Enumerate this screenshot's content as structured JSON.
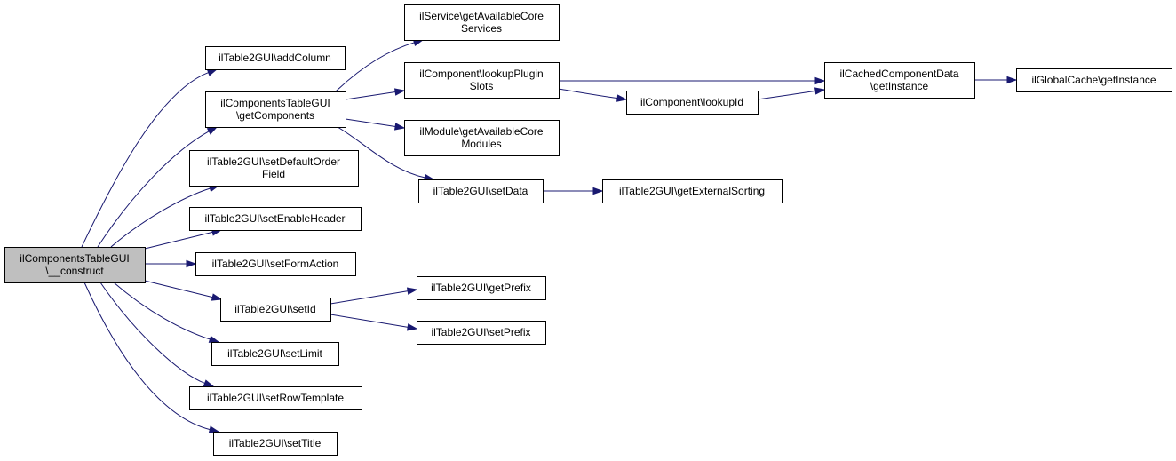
{
  "diagram": {
    "type": "call-graph",
    "nodes": [
      {
        "id": "construct",
        "lines": [
          "ilComponentsTableGUI",
          "\\__construct"
        ],
        "root": true
      },
      {
        "id": "addColumn",
        "lines": [
          "ilTable2GUI\\addColumn"
        ]
      },
      {
        "id": "getComponents",
        "lines": [
          "ilComponentsTableGUI",
          "\\getComponents"
        ]
      },
      {
        "id": "setDefaultOrderField",
        "lines": [
          "ilTable2GUI\\setDefaultOrder",
          "Field"
        ]
      },
      {
        "id": "setEnableHeader",
        "lines": [
          "ilTable2GUI\\setEnableHeader"
        ]
      },
      {
        "id": "setFormAction",
        "lines": [
          "ilTable2GUI\\setFormAction"
        ]
      },
      {
        "id": "setId",
        "lines": [
          "ilTable2GUI\\setId"
        ]
      },
      {
        "id": "setLimit",
        "lines": [
          "ilTable2GUI\\setLimit"
        ]
      },
      {
        "id": "setRowTemplate",
        "lines": [
          "ilTable2GUI\\setRowTemplate"
        ]
      },
      {
        "id": "setTitle",
        "lines": [
          "ilTable2GUI\\setTitle"
        ]
      },
      {
        "id": "getAvailableCoreServices",
        "lines": [
          "ilService\\getAvailableCore",
          "Services"
        ]
      },
      {
        "id": "lookupPluginSlots",
        "lines": [
          "ilComponent\\lookupPlugin",
          "Slots"
        ]
      },
      {
        "id": "getAvailableCoreModules",
        "lines": [
          "ilModule\\getAvailableCore",
          "Modules"
        ]
      },
      {
        "id": "setData",
        "lines": [
          "ilTable2GUI\\setData"
        ]
      },
      {
        "id": "lookupId",
        "lines": [
          "ilComponent\\lookupId"
        ]
      },
      {
        "id": "getExternalSorting",
        "lines": [
          "ilTable2GUI\\getExternalSorting"
        ]
      },
      {
        "id": "getPrefix",
        "lines": [
          "ilTable2GUI\\getPrefix"
        ]
      },
      {
        "id": "setPrefix",
        "lines": [
          "ilTable2GUI\\setPrefix"
        ]
      },
      {
        "id": "cachedGetInstance",
        "lines": [
          "ilCachedComponentData",
          "\\getInstance"
        ]
      },
      {
        "id": "globalCacheGetInstance",
        "lines": [
          "ilGlobalCache\\getInstance"
        ]
      }
    ],
    "edges": [
      {
        "from": "construct",
        "to": "addColumn"
      },
      {
        "from": "construct",
        "to": "getComponents"
      },
      {
        "from": "construct",
        "to": "setDefaultOrderField"
      },
      {
        "from": "construct",
        "to": "setEnableHeader"
      },
      {
        "from": "construct",
        "to": "setFormAction"
      },
      {
        "from": "construct",
        "to": "setId"
      },
      {
        "from": "construct",
        "to": "setLimit"
      },
      {
        "from": "construct",
        "to": "setRowTemplate"
      },
      {
        "from": "construct",
        "to": "setTitle"
      },
      {
        "from": "getComponents",
        "to": "getAvailableCoreServices"
      },
      {
        "from": "getComponents",
        "to": "lookupPluginSlots"
      },
      {
        "from": "getComponents",
        "to": "getAvailableCoreModules"
      },
      {
        "from": "getComponents",
        "to": "setData"
      },
      {
        "from": "lookupPluginSlots",
        "to": "lookupId"
      },
      {
        "from": "lookupPluginSlots",
        "to": "cachedGetInstance"
      },
      {
        "from": "lookupId",
        "to": "cachedGetInstance"
      },
      {
        "from": "cachedGetInstance",
        "to": "globalCacheGetInstance"
      },
      {
        "from": "setData",
        "to": "getExternalSorting"
      },
      {
        "from": "setId",
        "to": "getPrefix"
      },
      {
        "from": "setId",
        "to": "setPrefix"
      }
    ],
    "colors": {
      "edge": "#191970",
      "node_fill": "#ffffff",
      "root_fill": "#bfbfbf",
      "border": "#000000"
    }
  }
}
